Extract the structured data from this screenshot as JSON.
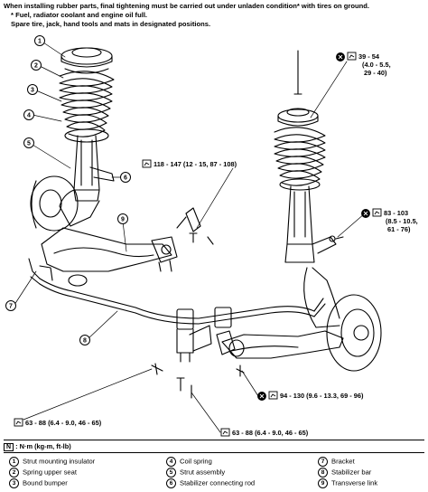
{
  "header": {
    "line1": "When installing rubber parts, final tightening must be carried out under unladen condition* with tires on ground.",
    "line2": "* Fuel, radiator coolant and engine oil full.",
    "line3": "Spare tire, jack, hand tools and mats in designated positions."
  },
  "callouts": [
    "1",
    "2",
    "3",
    "4",
    "5",
    "6",
    "9",
    "7",
    "8"
  ],
  "torque_specs": {
    "top_right": [
      "39 - 54",
      "(4.0 - 5.5,",
      "29 - 40)"
    ],
    "right_mid": [
      "83 - 103",
      "(8.5 - 10.5,",
      "61 - 76)"
    ],
    "center": "118 - 147 (12 - 15, 87 - 108)",
    "bottom_center": "94 - 130 (9.6 - 13.3, 69 - 96)",
    "bottom_left": "63 - 88 (6.4 - 9.0, 46 - 65)",
    "bottom_mid": "63 - 88 (6.4 - 9.0, 46 - 65)"
  },
  "unit_note": {
    "icon": "N",
    "text": ": N·m (kg-m, ft-lb)"
  },
  "legend": [
    {
      "num": "1",
      "label": "Strut mounting insulator"
    },
    {
      "num": "2",
      "label": "Spring upper seat"
    },
    {
      "num": "3",
      "label": "Bound bumper"
    },
    {
      "num": "4",
      "label": "Coil spring"
    },
    {
      "num": "5",
      "label": "Strut assembly"
    },
    {
      "num": "6",
      "label": "Stabilizer connecting rod"
    },
    {
      "num": "7",
      "label": "Bracket"
    },
    {
      "num": "8",
      "label": "Stabilizer bar"
    },
    {
      "num": "9",
      "label": "Transverse link"
    }
  ]
}
